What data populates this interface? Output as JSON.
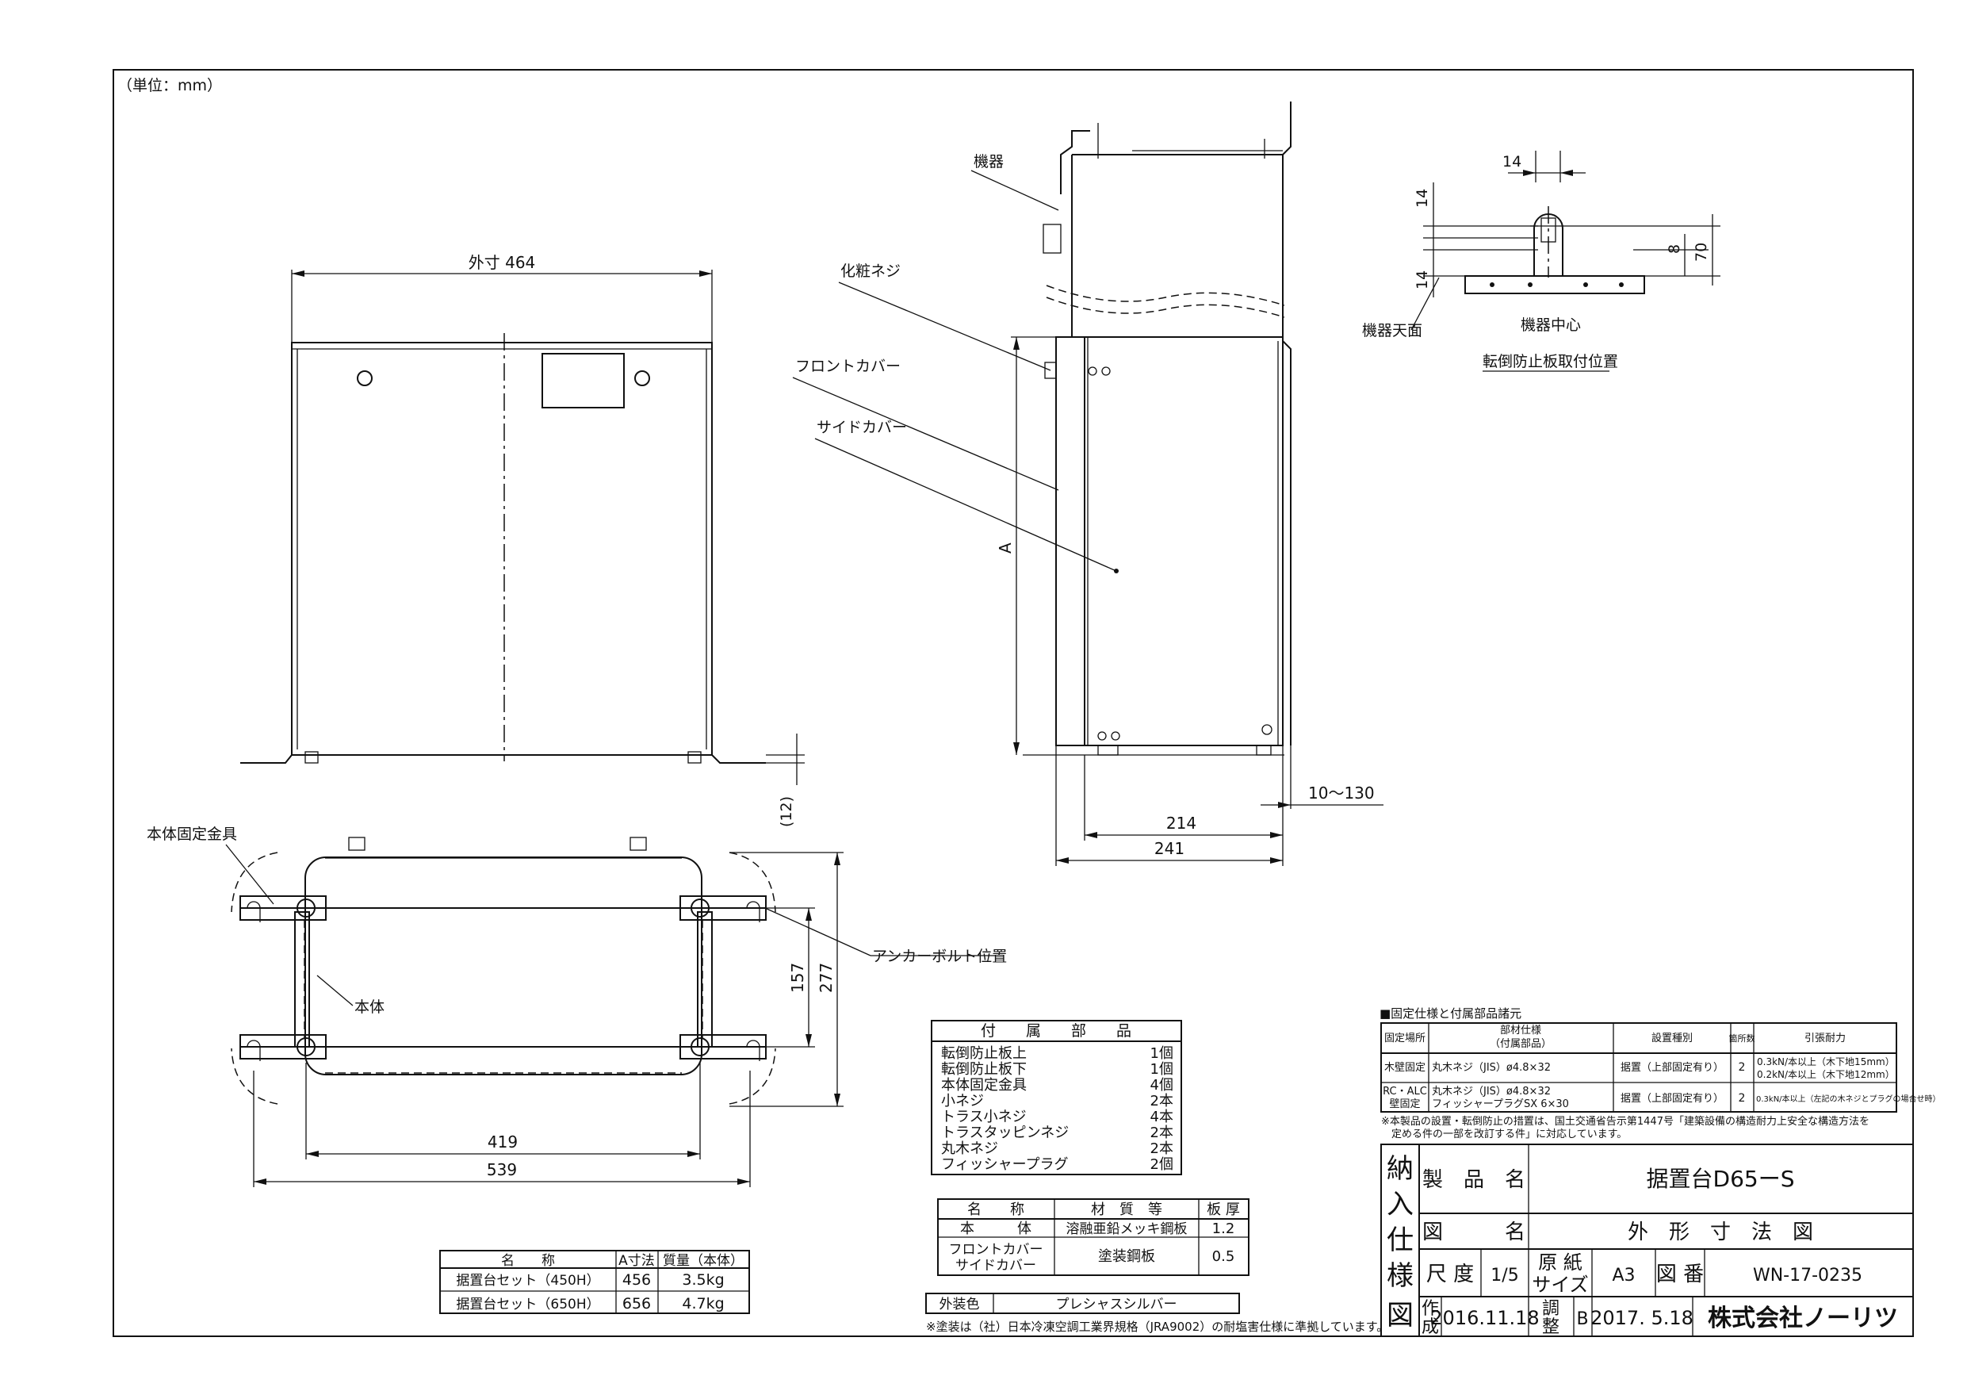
{
  "unit_label": "（単位：mm）",
  "front_view": {
    "width_dim": "外寸 464",
    "height_note": "(12)"
  },
  "plan_view": {
    "fixing_bracket_label": "本体固定金具",
    "body_label": "本体",
    "anchor_label": "アンカーボルト位置",
    "dim_419": "419",
    "dim_539": "539",
    "dim_157": "157",
    "dim_277": "277"
  },
  "side_view": {
    "device_label": "機器",
    "screw_label": "化粧ネジ",
    "front_cover_label": "フロントカバー",
    "side_cover_label": "サイドカバー",
    "dim_a": "A",
    "dim_214": "214",
    "dim_241": "241",
    "dim_gap": "10〜130"
  },
  "detail_view": {
    "dim_14_top": "14",
    "dim_14_v1": "14",
    "dim_14_v2": "14",
    "dim_8": "8",
    "dim_70": "70",
    "device_top_label": "機器天面",
    "device_center_label": "機器中心",
    "caption": "転倒防止板取付位置"
  },
  "accessories": {
    "header": "付　　属　　部　　品",
    "items": [
      {
        "name": "転倒防止板上",
        "qty": "1個"
      },
      {
        "name": "転倒防止板下",
        "qty": "1個"
      },
      {
        "name": "本体固定金具",
        "qty": "4個"
      },
      {
        "name": "小ネジ",
        "qty": "2本"
      },
      {
        "name": "トラス小ネジ",
        "qty": "4本"
      },
      {
        "name": "トラスタッピンネジ",
        "qty": "2本"
      },
      {
        "name": "丸木ネジ",
        "qty": "2本"
      },
      {
        "name": "フィッシャープラグ",
        "qty": "2個"
      }
    ]
  },
  "materials": {
    "headers": [
      "名　　称",
      "材　質　等",
      "板 厚"
    ],
    "rows": [
      {
        "name": "本　　　体",
        "material": "溶融亜鉛メッキ鋼板",
        "thickness": "1.2"
      },
      {
        "name": "フロントカバー\nサイドカバー",
        "material": "塗装鋼板",
        "thickness": "0.5"
      }
    ]
  },
  "finish": {
    "label": "外装色",
    "value": "プレシャスシルバー",
    "note": "※塗装は（社）日本冷凍空調工業界規格（JRA9002）の耐塩害仕様に準拠しています。"
  },
  "sets": {
    "headers": [
      "名　　称",
      "A寸法",
      "質量（本体）"
    ],
    "rows": [
      {
        "name": "据置台セット（450H）",
        "a": "456",
        "mass": "3.5kg"
      },
      {
        "name": "据置台セット（650H）",
        "a": "656",
        "mass": "4.7kg"
      }
    ]
  },
  "fixing_spec": {
    "title": "■固定仕様と付属部品諸元",
    "headers": [
      "固定場所",
      "部材仕様\n（付属部品）",
      "設置種別",
      "箇所数",
      "引張耐力"
    ],
    "rows": [
      {
        "place": "木壁固定",
        "part": "丸木ネジ（JIS）ø4.8×32",
        "type": "据置（上部固定有り）",
        "count": "2",
        "strength": "0.3kN/本以上（木下地15mm）\n0.2kN/本以上（木下地12mm）"
      },
      {
        "place": "RC・ALC\n壁固定",
        "part": "丸木ネジ（JIS）ø4.8×32\nフィッシャープラグSX 6×30",
        "type": "据置（上部固定有り）",
        "count": "2",
        "strength": "0.3kN/本以上（左記の木ネジとプラグの場合せ時）"
      }
    ],
    "note": "※本製品の設置・転倒防止の措置は、国土交通省告示第1447号「建築設備の構造耐力上安全な構造方法を\n　定める件の一部を改訂する件」に対応しています。"
  },
  "title_block": {
    "side_label": [
      "納",
      "入",
      "仕",
      "様",
      "図"
    ],
    "product_label": "製　品　名",
    "product_value": "据置台D65ーS",
    "drawing_label": "図　　　名",
    "drawing_value": "外　形　寸　法　図",
    "scale_label": "尺 度",
    "scale_value": "1/5",
    "paper_label": "原 紙\nサイズ",
    "paper_value": "A3",
    "number_label": "図 番",
    "number_value": "WN-17-0235",
    "created_label": "作\n成",
    "created_value": "2016.11.18",
    "revised_label": "調\n整",
    "revision_value": "B",
    "revised_value": "2017. 5.18",
    "company": "株式会社ノーリツ"
  }
}
